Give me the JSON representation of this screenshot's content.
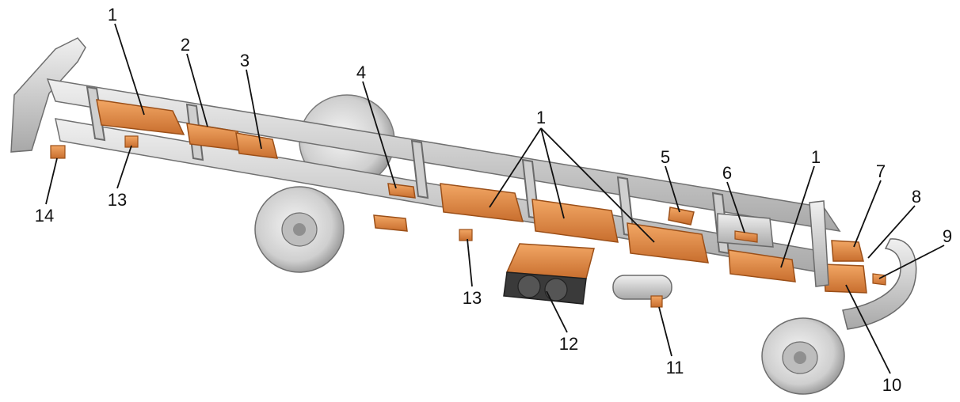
{
  "figure": {
    "subject": "electric chassis cutaway",
    "colors": {
      "component": "#e08a46",
      "component_dark": "#b8652a",
      "frame": "#d9d9d9",
      "frame_dark": "#8c8c8c",
      "tire": "#d4d4d4",
      "ink": "#111111"
    }
  },
  "callouts": [
    {
      "id": "c1a",
      "label": "1"
    },
    {
      "id": "c2",
      "label": "2"
    },
    {
      "id": "c3",
      "label": "3"
    },
    {
      "id": "c4",
      "label": "4"
    },
    {
      "id": "c1b",
      "label": "1"
    },
    {
      "id": "c5",
      "label": "5"
    },
    {
      "id": "c6",
      "label": "6"
    },
    {
      "id": "c1c",
      "label": "1"
    },
    {
      "id": "c7",
      "label": "7"
    },
    {
      "id": "c8",
      "label": "8"
    },
    {
      "id": "c9",
      "label": "9"
    },
    {
      "id": "c10",
      "label": "10"
    },
    {
      "id": "c11",
      "label": "11"
    },
    {
      "id": "c12",
      "label": "12"
    },
    {
      "id": "c13a",
      "label": "13"
    },
    {
      "id": "c13b",
      "label": "13"
    },
    {
      "id": "c14",
      "label": "14"
    }
  ]
}
